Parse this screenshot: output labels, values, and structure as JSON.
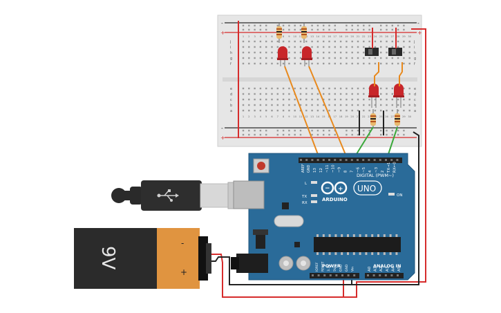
{
  "breadboard": {
    "rail_plus": "+",
    "rail_minus": "-",
    "row_letters_top": [
      "j",
      "i",
      "h",
      "g",
      "f"
    ],
    "row_letters_bottom": [
      "e",
      "d",
      "c",
      "b",
      "a"
    ],
    "column_numbers": [
      "1",
      "2",
      "3",
      "4",
      "5",
      "6",
      "7",
      "8",
      "9",
      "10",
      "11",
      "12",
      "13",
      "14",
      "15",
      "16",
      "17",
      "18",
      "19",
      "20",
      "21",
      "22",
      "23",
      "24",
      "25",
      "26",
      "27",
      "28",
      "29",
      "30"
    ]
  },
  "arduino": {
    "logo_text": "ARDUINO",
    "model": "UNO",
    "digital_label": "DIGITAL (PWM~)",
    "power_label": "POWER",
    "analog_label": "ANALOG IN",
    "on_label": "ON",
    "l_label": "L",
    "tx_label": "TX",
    "rx_label": "RX",
    "aref_label": "AREF",
    "gnd_label": "GND",
    "digital_pins": [
      "13",
      "12",
      "~11",
      "~10",
      "~9",
      "8",
      "7",
      "~6",
      "~5",
      "4",
      "~3",
      "2",
      "TX→1",
      "RX←0"
    ],
    "power_pins": [
      "IOREF",
      "RESET",
      "3.3V",
      "5V",
      "GND",
      "GND",
      "Vin"
    ],
    "analog_pins": [
      "A0",
      "A1",
      "A2",
      "A3",
      "A4",
      "A5"
    ]
  },
  "battery": {
    "label": "9V",
    "minus": "-",
    "plus": "+"
  },
  "colors": {
    "breadboard": "#e6e6e6",
    "arduino_board": "#2a6b99",
    "wire_red": "#d62b2b",
    "wire_black": "#222222",
    "wire_orange": "#e8891d",
    "wire_green": "#3aa83a",
    "led_red": "#c8262a",
    "battery_body": "#2b2b2b",
    "battery_cap": "#e09440"
  },
  "icons": [
    "usb-icon",
    "reset-button",
    "arduino-infinity-logo"
  ]
}
